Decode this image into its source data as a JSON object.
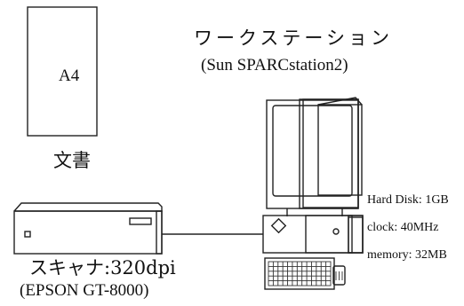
{
  "workstation": {
    "title": "ワークステーション",
    "model": "(Sun SPARCstation2)",
    "specs": {
      "disk": "Hard Disk: 1GB",
      "clock": "clock: 40MHz",
      "memory": "memory: 32MB"
    }
  },
  "document": {
    "page_label": "A4",
    "caption": "文書"
  },
  "scanner": {
    "name": "スキャナ:320dpi",
    "model": "(EPSON GT-8000)"
  },
  "line_color": "#222222"
}
